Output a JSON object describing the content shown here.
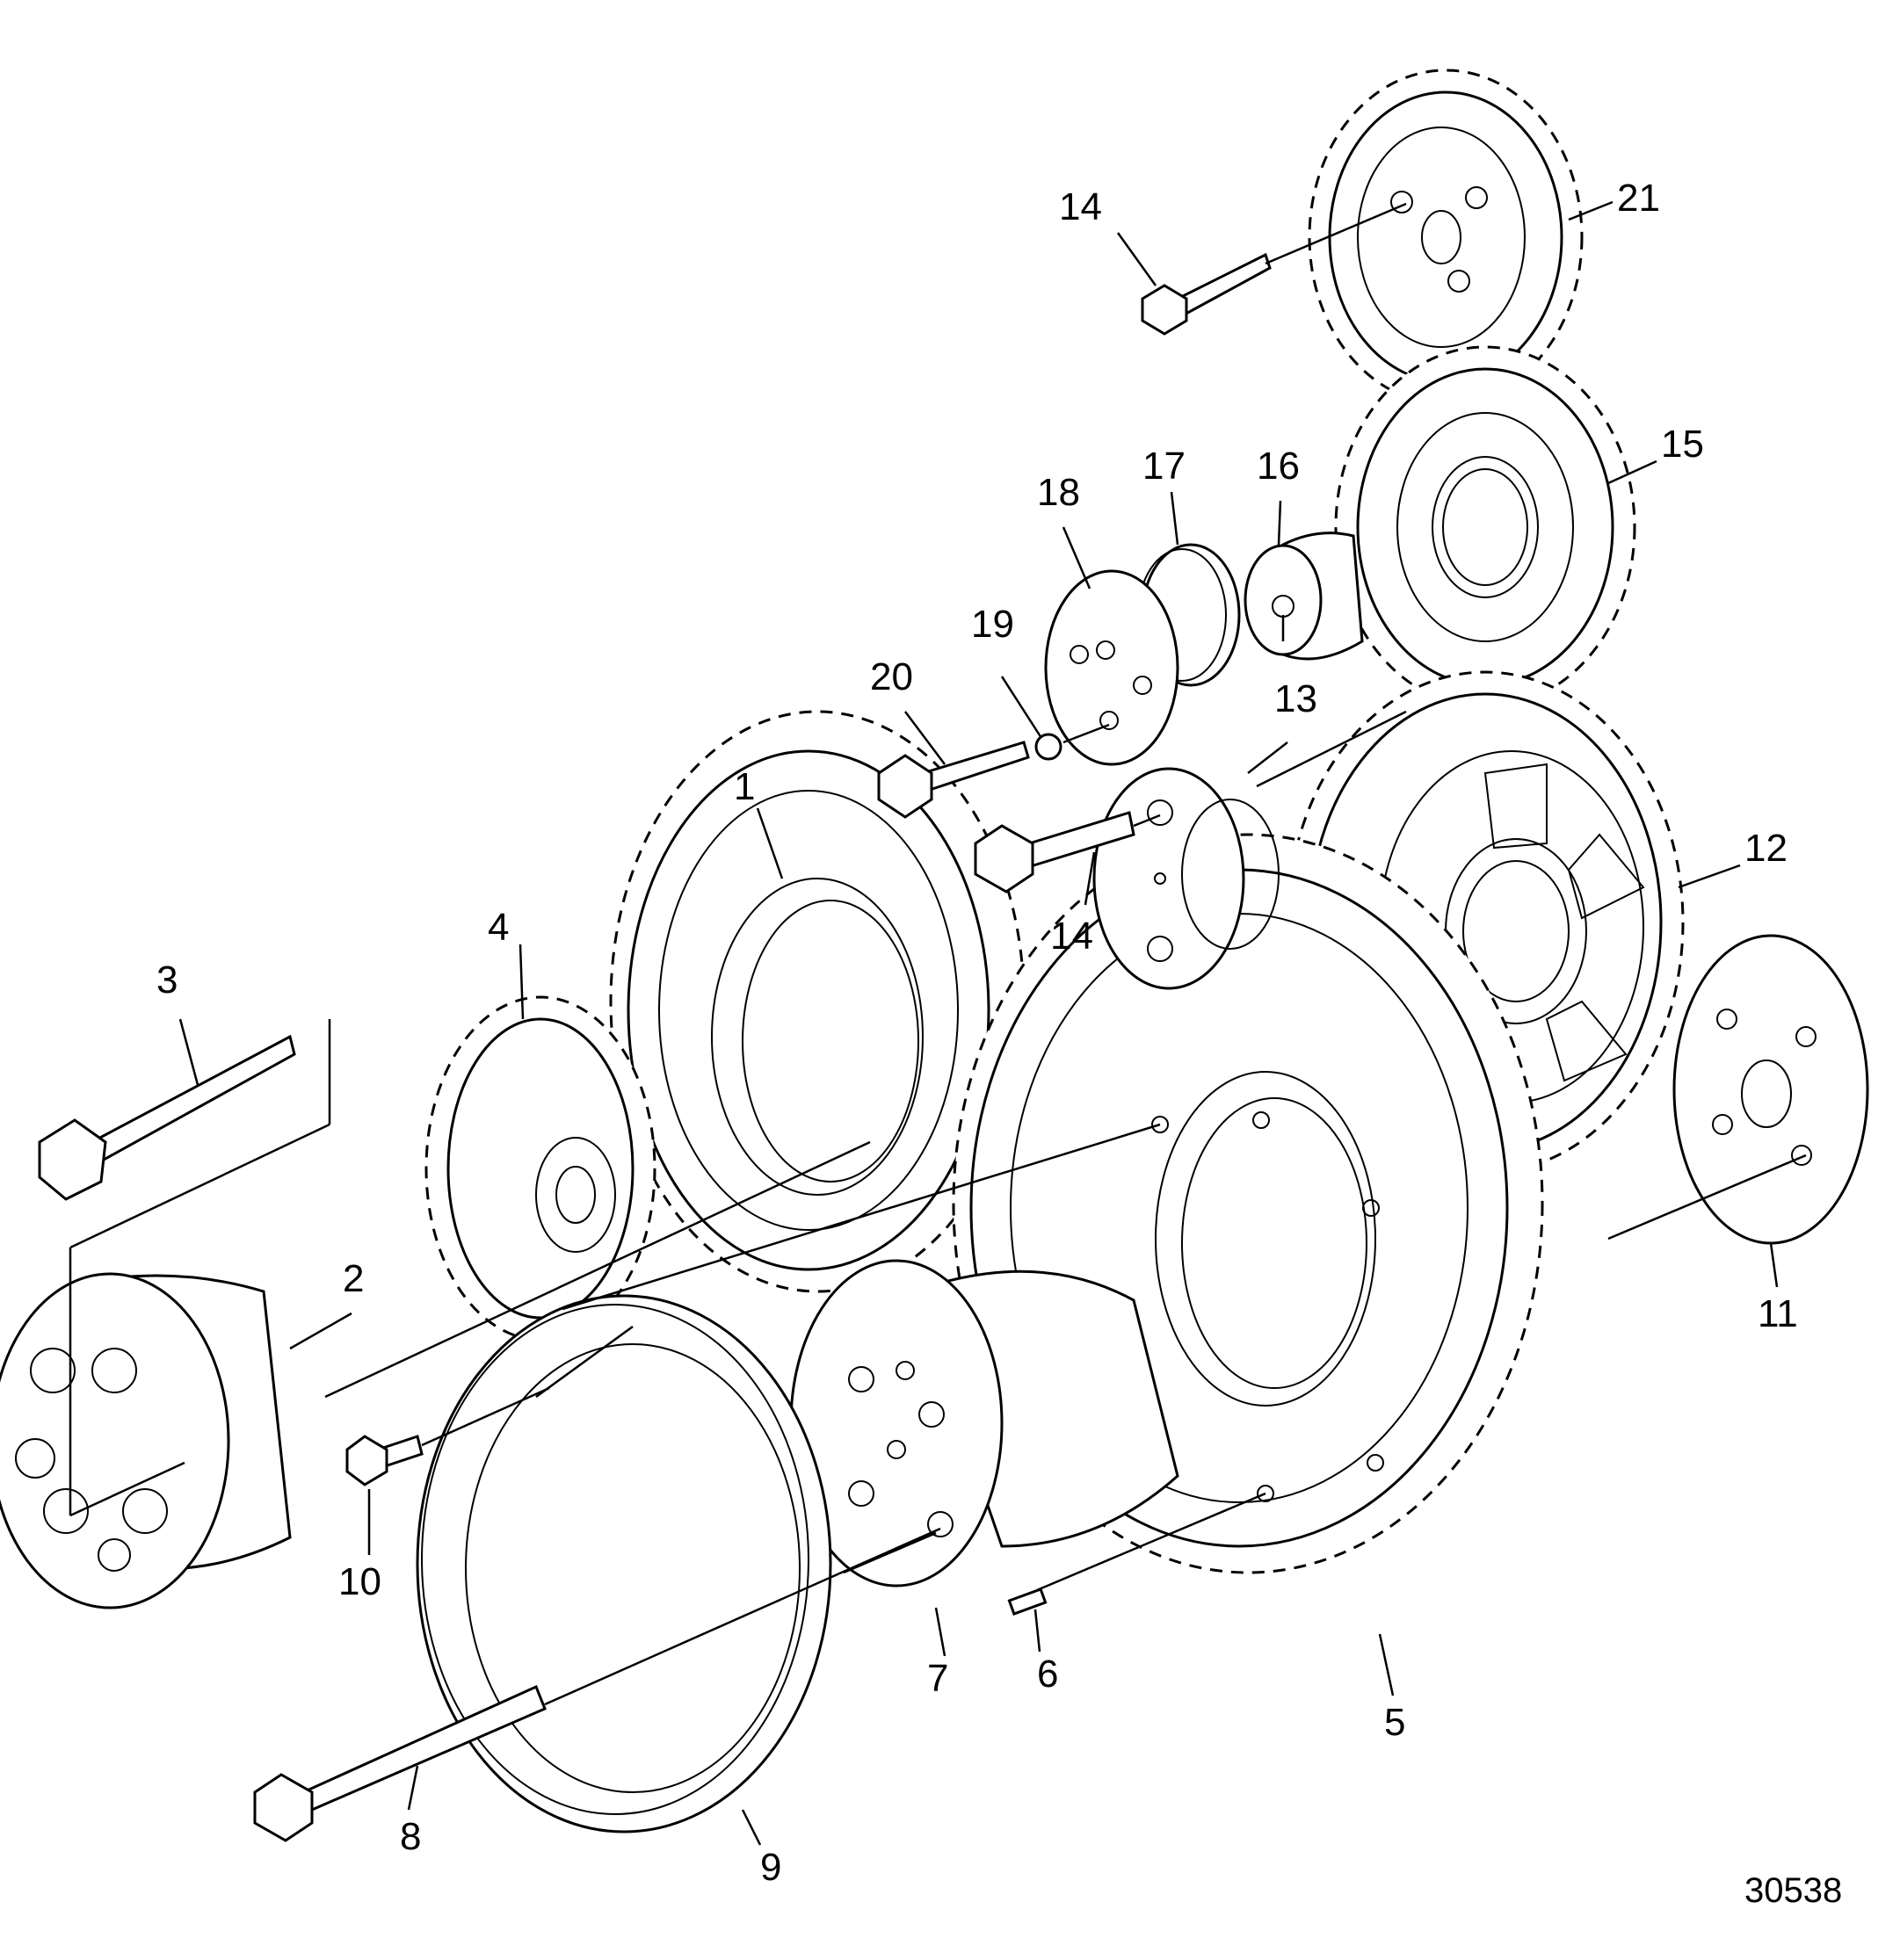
{
  "figure_number": "30538",
  "callouts": [
    {
      "id": "c1",
      "label": "1"
    },
    {
      "id": "c2",
      "label": "2"
    },
    {
      "id": "c3",
      "label": "3"
    },
    {
      "id": "c4",
      "label": "4"
    },
    {
      "id": "c5",
      "label": "5"
    },
    {
      "id": "c6",
      "label": "6"
    },
    {
      "id": "c7",
      "label": "7"
    },
    {
      "id": "c8",
      "label": "8"
    },
    {
      "id": "c9",
      "label": "9"
    },
    {
      "id": "c10",
      "label": "10"
    },
    {
      "id": "c11",
      "label": "11"
    },
    {
      "id": "c12",
      "label": "12"
    },
    {
      "id": "c13",
      "label": "13"
    },
    {
      "id": "c14a",
      "label": "14"
    },
    {
      "id": "c14b",
      "label": "14"
    },
    {
      "id": "c15",
      "label": "15"
    },
    {
      "id": "c16",
      "label": "16"
    },
    {
      "id": "c17",
      "label": "17"
    },
    {
      "id": "c18",
      "label": "18"
    },
    {
      "id": "c19",
      "label": "19"
    },
    {
      "id": "c20",
      "label": "20"
    },
    {
      "id": "c21",
      "label": "21"
    }
  ]
}
